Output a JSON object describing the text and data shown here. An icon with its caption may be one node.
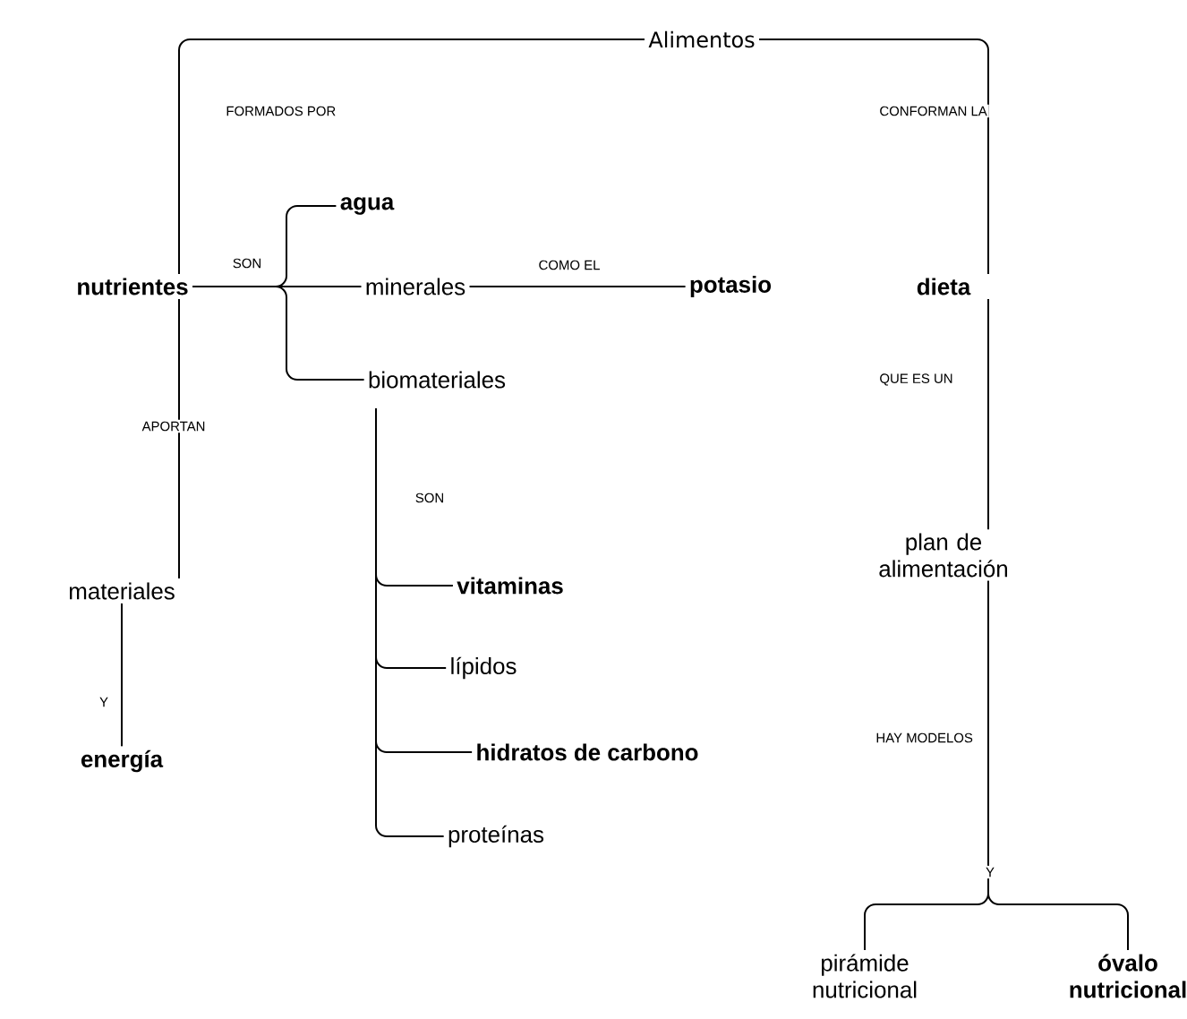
{
  "diagram": {
    "nodes": [
      {
        "text": [
          "Alimentos"
        ]
      },
      {
        "text": [
          "nutrientes"
        ]
      },
      {
        "text": [
          "agua"
        ]
      },
      {
        "text": [
          "minerales"
        ]
      },
      {
        "text": [
          "potasio"
        ]
      },
      {
        "text": [
          "biomateriales"
        ]
      },
      {
        "text": [
          "materiales"
        ]
      },
      {
        "text": [
          "energía"
        ]
      },
      {
        "text": [
          "vitaminas"
        ]
      },
      {
        "text": [
          "lípidos"
        ]
      },
      {
        "text": [
          "hidratos de carbono"
        ]
      },
      {
        "text": [
          "proteínas"
        ]
      },
      {
        "text": [
          "dieta"
        ]
      },
      {
        "text": [
          "plan de alimentación"
        ]
      },
      {
        "text": [
          "pirámide nutricional"
        ]
      },
      {
        "text": [
          "óvalo nutricional"
        ]
      }
    ],
    "edges": [
      {
        "from": 0,
        "to": 1,
        "arrow": "none",
        "label": "FORMADOS POR"
      },
      {
        "from": 0,
        "to": 12,
        "arrow": "none",
        "label": "CONFORMAN LA"
      },
      {
        "from": 1,
        "to": 2,
        "arrow": "none"
      },
      {
        "from": 1,
        "to": 3,
        "arrow": "none",
        "label": "SON"
      },
      {
        "from": 1,
        "to": 5,
        "arrow": "none"
      },
      {
        "from": 3,
        "to": 4,
        "arrow": "none",
        "label": "COMO EL"
      },
      {
        "from": 1,
        "to": 6,
        "arrow": "none",
        "label": "APORTAN"
      },
      {
        "from": 6,
        "to": 7,
        "arrow": "none",
        "label": "Y"
      },
      {
        "from": 5,
        "to": 8,
        "arrow": "none",
        "label": "SON"
      },
      {
        "from": 5,
        "to": 9,
        "arrow": "none"
      },
      {
        "from": 5,
        "to": 10,
        "arrow": "none"
      },
      {
        "from": 5,
        "to": 11,
        "arrow": "none"
      },
      {
        "from": 12,
        "to": 13,
        "arrow": "none",
        "label": "QUE ES UN"
      },
      {
        "from": 13,
        "to": 14,
        "arrow": "none",
        "label": "HAY MODELOS"
      },
      {
        "from": 13,
        "to": 15,
        "arrow": "none",
        "label": "Y"
      }
    ]
  }
}
